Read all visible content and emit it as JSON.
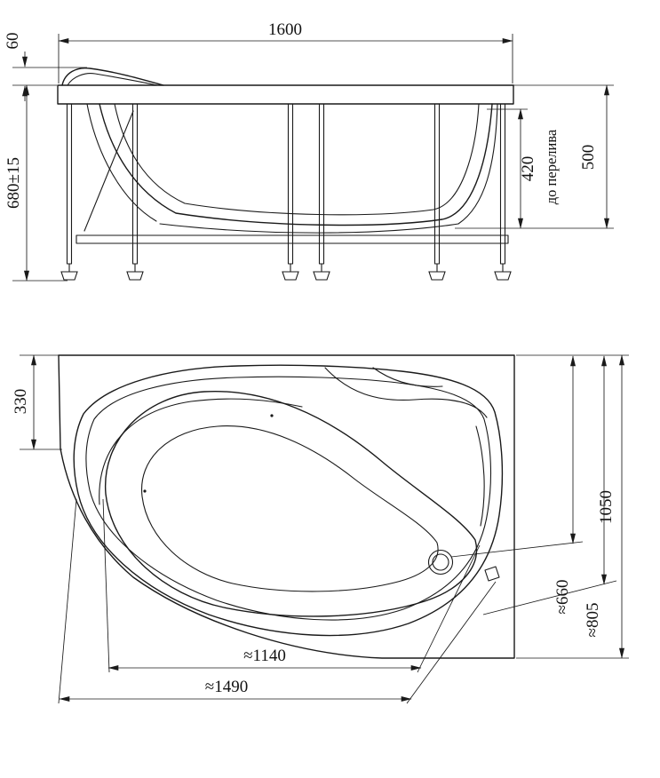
{
  "colors": {
    "ink": "#1a1a1a",
    "paper": "#ffffff"
  },
  "side_view": {
    "dim_width": "1600",
    "dim_headrest": "60",
    "dim_height": "680±15",
    "dim_to_overflow": "420",
    "overflow_note": "до перелива",
    "dim_depth": "500"
  },
  "top_view": {
    "dim_corner": "330",
    "dim_width": "1050",
    "dim_drain": "≈660",
    "dim_inner_width": "≈805",
    "dim_inner_length": "≈1140",
    "dim_length": "≈1490"
  }
}
